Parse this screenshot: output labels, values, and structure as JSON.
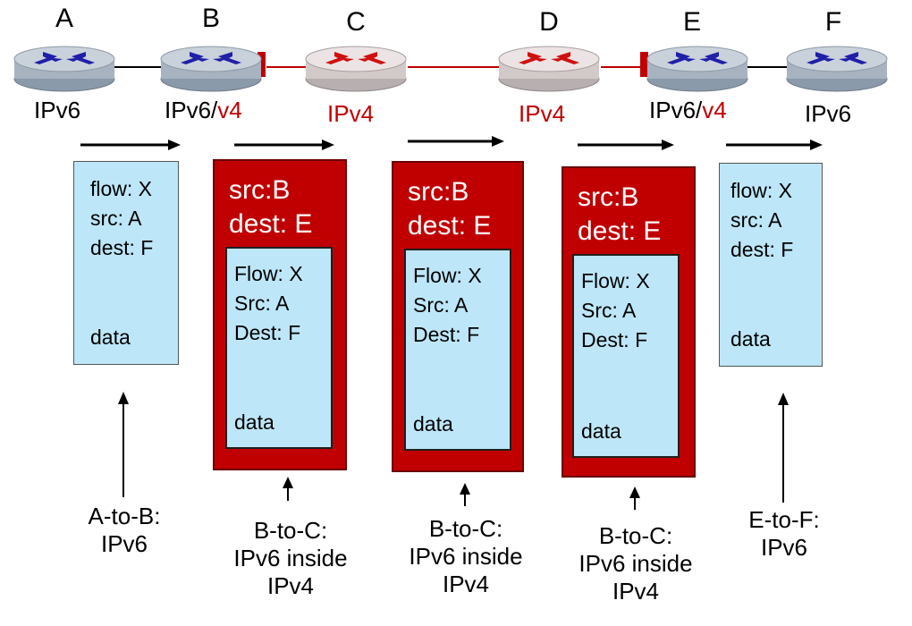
{
  "nodes": [
    {
      "letter": "A",
      "protocol": "IPv6",
      "protocol_suffix": ""
    },
    {
      "letter": "B",
      "protocol": "IPv6/",
      "protocol_suffix": "v4"
    },
    {
      "letter": "C",
      "protocol": "IPv4",
      "protocol_suffix": ""
    },
    {
      "letter": "D",
      "protocol": "IPv4",
      "protocol_suffix": ""
    },
    {
      "letter": "E",
      "protocol": "IPv6/",
      "protocol_suffix": "v4"
    },
    {
      "letter": "F",
      "protocol": "IPv6",
      "protocol_suffix": ""
    }
  ],
  "packets": {
    "ab": {
      "flow": "flow: X",
      "src": "src: A",
      "dest": "dest: F",
      "data": "data"
    },
    "tunnel1": {
      "outer_src": "src:B",
      "outer_dest": "dest: E",
      "flow": "Flow: X",
      "src": "Src: A",
      "dest": "Dest: F",
      "data": "data"
    },
    "tunnel2": {
      "outer_src": "src:B",
      "outer_dest": "dest: E",
      "flow": "Flow: X",
      "src": "Src: A",
      "dest": "Dest: F",
      "data": "data"
    },
    "tunnel3": {
      "outer_src": "src:B",
      "outer_dest": "dest: E",
      "flow": "Flow: X",
      "src": "Src: A",
      "dest": "Dest: F",
      "data": "data"
    },
    "ef": {
      "flow": "flow: X",
      "src": "src: A",
      "dest": "dest: F",
      "data": "data"
    }
  },
  "captions": {
    "ab": [
      "A-to-B:",
      "IPv6"
    ],
    "bc1": [
      "B-to-C:",
      "IPv6 inside",
      "IPv4"
    ],
    "bc2": [
      "B-to-C:",
      "IPv6 inside",
      "IPv4"
    ],
    "bc3": [
      "B-to-C:",
      "IPv6 inside",
      "IPv4"
    ],
    "ef": [
      "E-to-F:",
      "IPv6"
    ]
  },
  "colors": {
    "ipv4_red": "#c00000",
    "packet_blue": "#bde6f8",
    "router_blue": "#1f1fa8",
    "router_red": "#d01010"
  }
}
